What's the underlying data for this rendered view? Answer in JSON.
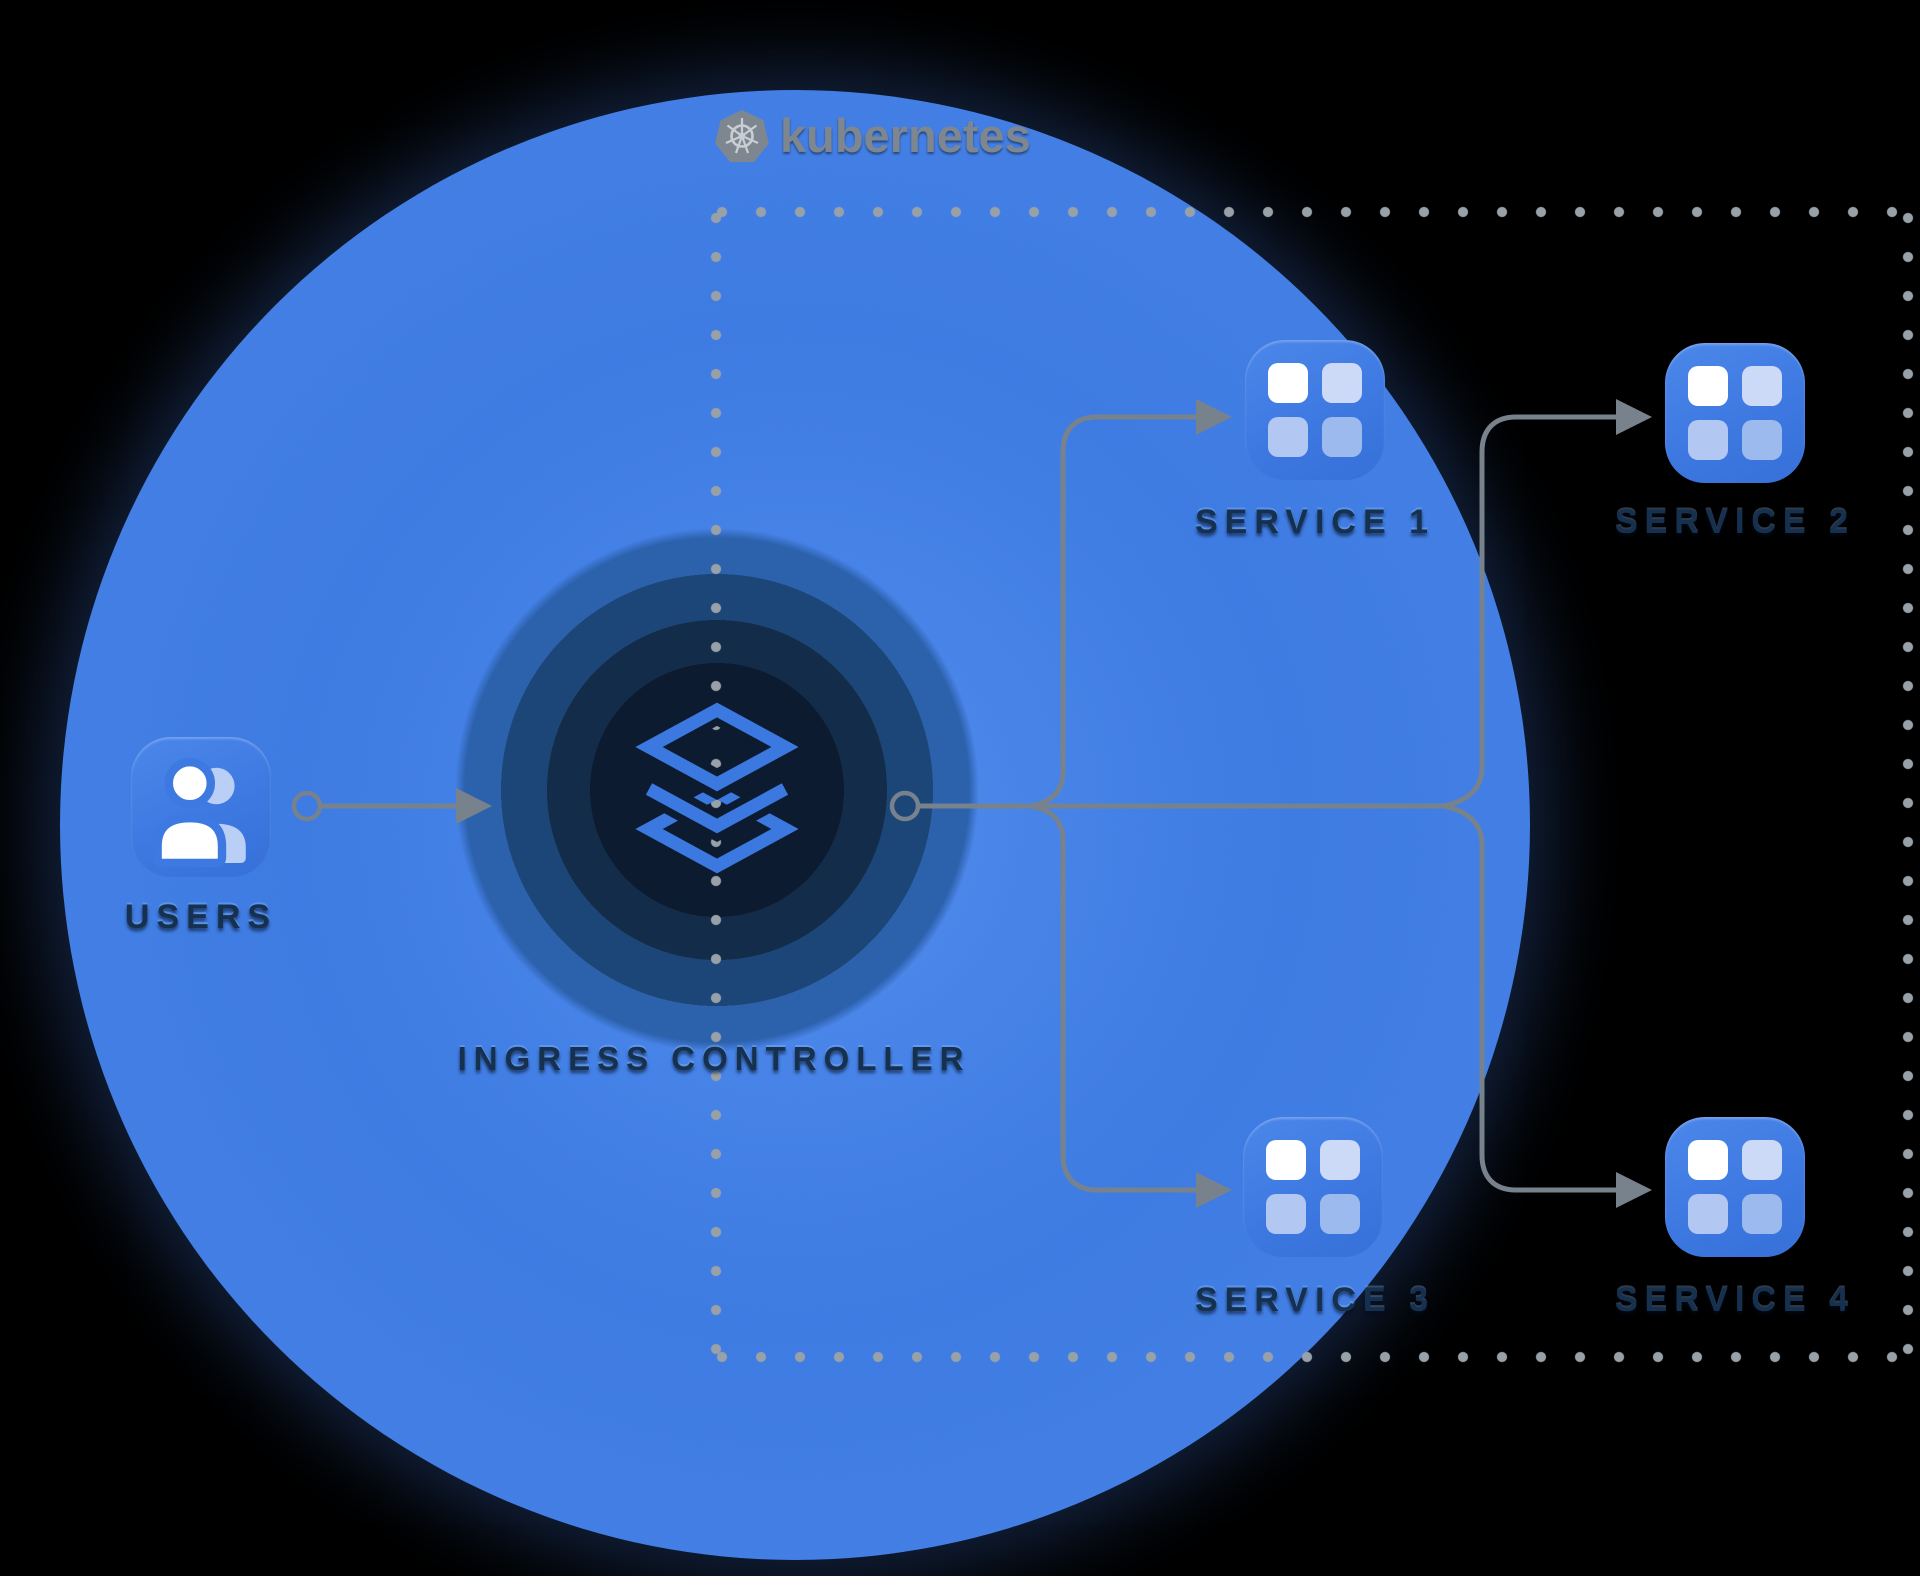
{
  "title": "Kubernetes ingress controller architecture diagram",
  "brand": {
    "name": "kubernetes"
  },
  "nodes": {
    "users": {
      "label": "USERS",
      "icon": "users-icon"
    },
    "ingress": {
      "label": "INGRESS CONTROLLER",
      "icon": "layers-icon"
    },
    "services": [
      {
        "id": "service-1",
        "label": "SERVICE 1",
        "icon": "app-grid-icon"
      },
      {
        "id": "service-2",
        "label": "SERVICE 2",
        "icon": "app-grid-icon"
      },
      {
        "id": "service-3",
        "label": "SERVICE 3",
        "icon": "app-grid-icon"
      },
      {
        "id": "service-4",
        "label": "SERVICE 4",
        "icon": "app-grid-icon"
      }
    ]
  },
  "connections": [
    {
      "from": "users",
      "to": "ingress-controller"
    },
    {
      "from": "ingress-controller",
      "to": "service-1"
    },
    {
      "from": "ingress-controller",
      "to": "service-2"
    },
    {
      "from": "ingress-controller",
      "to": "service-3"
    },
    {
      "from": "ingress-controller",
      "to": "service-4"
    }
  ],
  "colors": {
    "background": "#000000",
    "cluster_fill": "#4583e9",
    "node_fill": "#3d79e1",
    "ingress_disc": "#0c1b30",
    "ingress_logo_accent": "#3b79e0",
    "label_text": "#15314f",
    "connector_gray": "#78828c",
    "dotted_border_gray": "#98a0a8",
    "kubernetes_gray": "#7e8790"
  }
}
